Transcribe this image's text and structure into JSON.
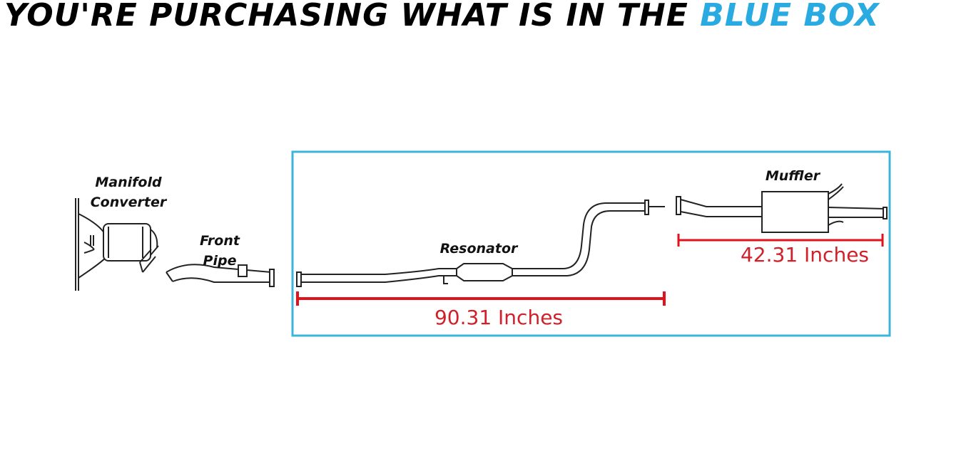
{
  "headline": {
    "prefix": "YOU'RE PURCHASING WHAT IS IN THE",
    "highlight": "BLUE BOX"
  },
  "colors": {
    "highlight_box": "#3bb5dc",
    "measurement": "#e0121c",
    "headline_accent": "#29abe2"
  },
  "parts": {
    "manifold": "Manifold\nConverter",
    "front_pipe": "Front\nPipe",
    "resonator": "Resonator",
    "muffler": "Muffler"
  },
  "measurements": {
    "resonator_section": "90.31 Inches",
    "muffler_section": "42.31 Inches"
  }
}
